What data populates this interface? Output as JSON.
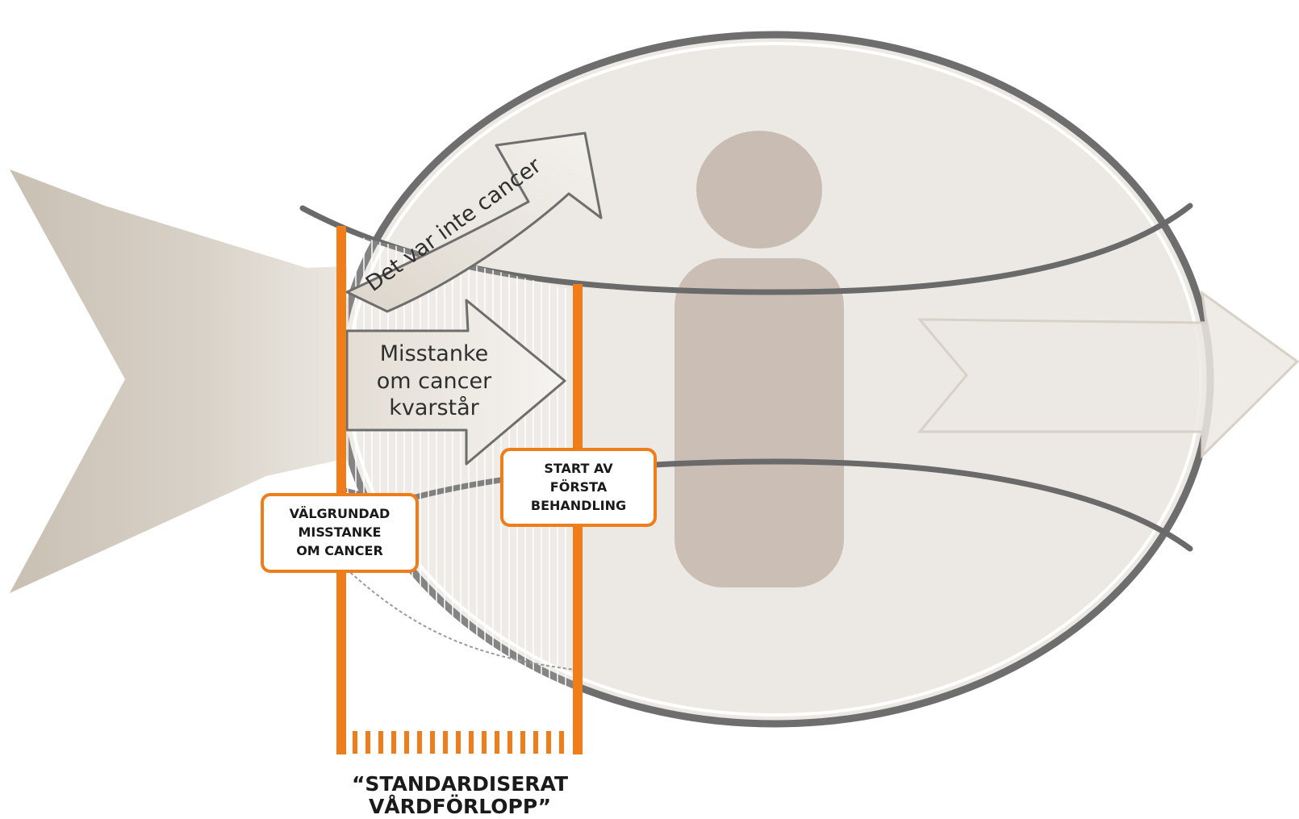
{
  "diagram": {
    "arrow_rejected": {
      "label": "Det var inte cancer"
    },
    "arrow_suspicion": {
      "lines": [
        "Misstanke",
        "om cancer",
        "kvarstår"
      ]
    },
    "box_suspicion": {
      "lines": [
        "VÄLGRUNDAD",
        "MISSTANKE",
        "OM CANCER"
      ]
    },
    "box_treatment": {
      "lines": [
        "START AV",
        "FÖRSTA",
        "BEHANDLING"
      ]
    },
    "caption": {
      "lines": [
        "“STANDARDISERAT",
        "VÅRDFÖRLOPP”"
      ]
    }
  },
  "colors": {
    "accent_orange": "#ee7d1a",
    "ellipse_fill": "#ece8e3",
    "ellipse_stroke": "#6e6e6e",
    "person_fill": "#c9bcb2",
    "arrow_left_dark": "#c9c0b3",
    "arrow_light": "#efece7"
  }
}
